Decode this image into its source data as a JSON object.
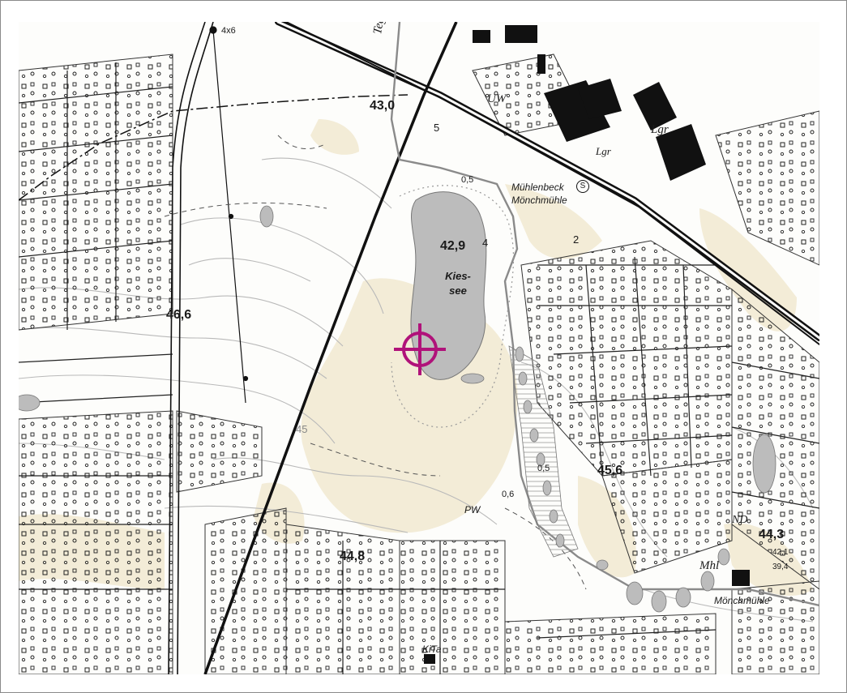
{
  "map": {
    "colors": {
      "background": "#fdfdfb",
      "sand": "#f3ecd7",
      "water": "#bcbcbc",
      "building": "#111111",
      "contour": "#b9b9b9",
      "road": "#222222",
      "marker": "#b0127a"
    },
    "labels": {
      "spot_430": "43,0",
      "spot_429": "42,9",
      "spot_466": "46,6",
      "spot_456": "45,6",
      "spot_448": "44,8",
      "spot_443": "44,3",
      "pole_top": "4x6",
      "street_teg": "Teg",
      "uw": "UW",
      "lgr_1": "Lgr",
      "lgr_2": "Lgr",
      "station_1": "Mühlenbeck",
      "station_2": "Mönchmühle",
      "lake_1": "Kies-",
      "lake_2": "see",
      "num_5": "5",
      "num_4": "4",
      "num_2": "2",
      "depth_05_a": "0,5",
      "depth_05_b": "0,5",
      "depth_06": "0,6",
      "contour_45": "45",
      "pw": "PW",
      "nd": "ND",
      "mhl": "Mhl",
      "muehle": "Mönchmühle",
      "kita": "KiTa",
      "small_421": "42,1",
      "small_394": "39,4"
    },
    "icons": {
      "marker": "crosshair-target-icon",
      "station": "station-s-icon",
      "marsh": "marsh-symbol-icon"
    }
  }
}
